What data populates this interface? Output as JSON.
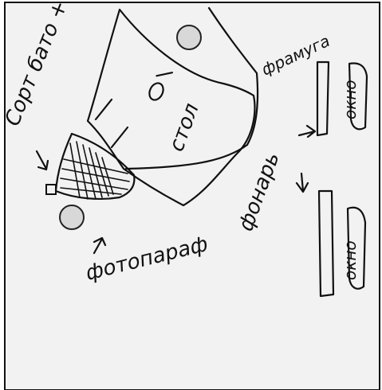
{
  "canvas": {
    "background": "#f2f2f2",
    "ink": "#111111",
    "frame": "#111111"
  },
  "labels": {
    "corner": "Сорт бато + соль",
    "table": "стол",
    "table_mark": "01",
    "door": "фонарь",
    "photo": "фотопараф",
    "frame": "фрамуга",
    "window_top": "окно",
    "window_bottom": "окно"
  }
}
